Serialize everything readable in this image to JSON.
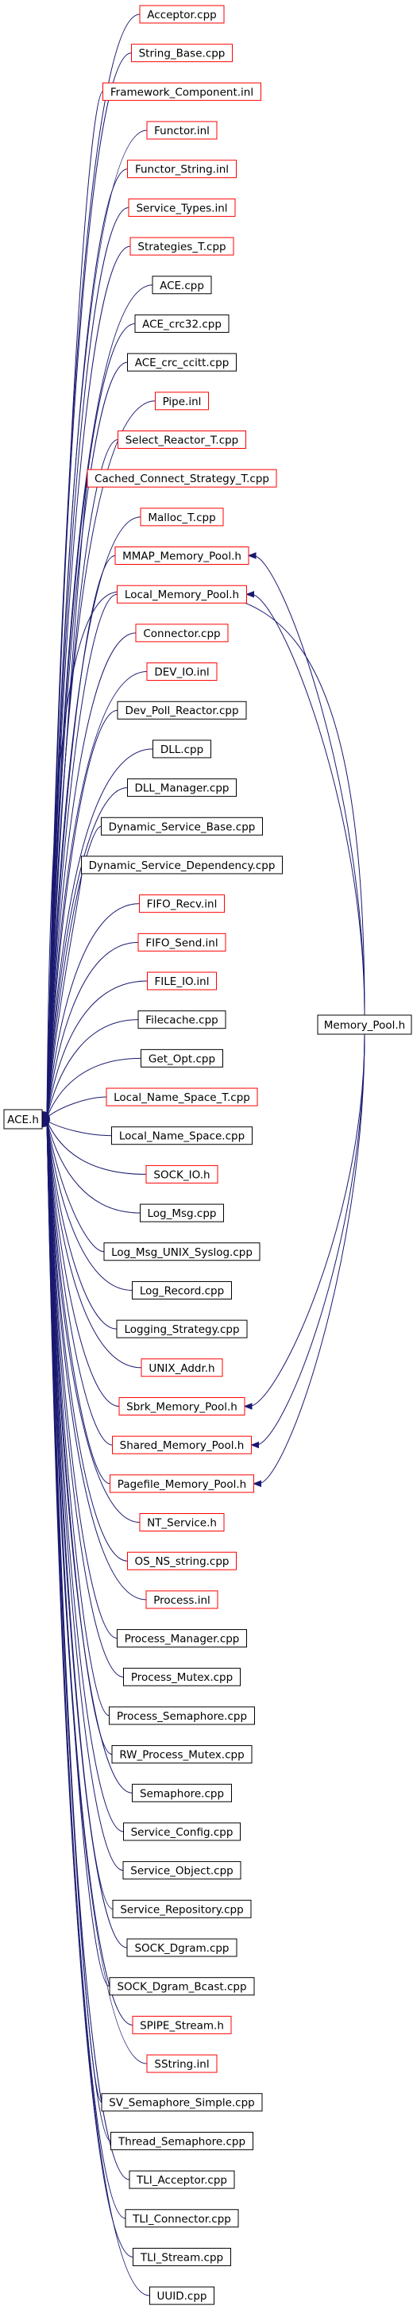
{
  "graph": {
    "root": {
      "label": "ACE.h",
      "fill": "#bfbfbf",
      "stroke": "#000000"
    },
    "hub": {
      "label": "Memory_Pool.h",
      "stroke": "#000000"
    },
    "edge_color": "#191970",
    "nodes": [
      {
        "label": "Acceptor.cpp",
        "border": "red"
      },
      {
        "label": "String_Base.cpp",
        "border": "red"
      },
      {
        "label": "Framework_Component.inl",
        "border": "red"
      },
      {
        "label": "Functor.inl",
        "border": "red"
      },
      {
        "label": "Functor_String.inl",
        "border": "red"
      },
      {
        "label": "Service_Types.inl",
        "border": "red"
      },
      {
        "label": "Strategies_T.cpp",
        "border": "red"
      },
      {
        "label": "ACE.cpp",
        "border": "black"
      },
      {
        "label": "ACE_crc32.cpp",
        "border": "black"
      },
      {
        "label": "ACE_crc_ccitt.cpp",
        "border": "black"
      },
      {
        "label": "Pipe.inl",
        "border": "red"
      },
      {
        "label": "Select_Reactor_T.cpp",
        "border": "red"
      },
      {
        "label": "Cached_Connect_Strategy_T.cpp",
        "border": "red"
      },
      {
        "label": "Malloc_T.cpp",
        "border": "red"
      },
      {
        "label": "MMAP_Memory_Pool.h",
        "border": "red",
        "hub_child": true
      },
      {
        "label": "Local_Memory_Pool.h",
        "border": "red",
        "hub_child": true
      },
      {
        "label": "Connector.cpp",
        "border": "red"
      },
      {
        "label": "DEV_IO.inl",
        "border": "red"
      },
      {
        "label": "Dev_Poll_Reactor.cpp",
        "border": "black"
      },
      {
        "label": "DLL.cpp",
        "border": "black"
      },
      {
        "label": "DLL_Manager.cpp",
        "border": "black"
      },
      {
        "label": "Dynamic_Service_Base.cpp",
        "border": "black"
      },
      {
        "label": "Dynamic_Service_Dependency.cpp",
        "border": "black"
      },
      {
        "label": "FIFO_Recv.inl",
        "border": "red"
      },
      {
        "label": "FIFO_Send.inl",
        "border": "red"
      },
      {
        "label": "FILE_IO.inl",
        "border": "red"
      },
      {
        "label": "Filecache.cpp",
        "border": "black"
      },
      {
        "label": "Get_Opt.cpp",
        "border": "black"
      },
      {
        "label": "Local_Name_Space_T.cpp",
        "border": "red"
      },
      {
        "label": "Local_Name_Space.cpp",
        "border": "black"
      },
      {
        "label": "SOCK_IO.h",
        "border": "red"
      },
      {
        "label": "Log_Msg.cpp",
        "border": "black"
      },
      {
        "label": "Log_Msg_UNIX_Syslog.cpp",
        "border": "black"
      },
      {
        "label": "Log_Record.cpp",
        "border": "black"
      },
      {
        "label": "Logging_Strategy.cpp",
        "border": "black"
      },
      {
        "label": "UNIX_Addr.h",
        "border": "red"
      },
      {
        "label": "Sbrk_Memory_Pool.h",
        "border": "red",
        "hub_child": true
      },
      {
        "label": "Shared_Memory_Pool.h",
        "border": "red",
        "hub_child": true
      },
      {
        "label": "Pagefile_Memory_Pool.h",
        "border": "red",
        "hub_child": true
      },
      {
        "label": "NT_Service.h",
        "border": "red"
      },
      {
        "label": "OS_NS_string.cpp",
        "border": "red"
      },
      {
        "label": "Process.inl",
        "border": "red"
      },
      {
        "label": "Process_Manager.cpp",
        "border": "black"
      },
      {
        "label": "Process_Mutex.cpp",
        "border": "black"
      },
      {
        "label": "Process_Semaphore.cpp",
        "border": "black"
      },
      {
        "label": "RW_Process_Mutex.cpp",
        "border": "black"
      },
      {
        "label": "Semaphore.cpp",
        "border": "black"
      },
      {
        "label": "Service_Config.cpp",
        "border": "black"
      },
      {
        "label": "Service_Object.cpp",
        "border": "black"
      },
      {
        "label": "Service_Repository.cpp",
        "border": "black"
      },
      {
        "label": "SOCK_Dgram.cpp",
        "border": "black"
      },
      {
        "label": "SOCK_Dgram_Bcast.cpp",
        "border": "black"
      },
      {
        "label": "SPIPE_Stream.h",
        "border": "red"
      },
      {
        "label": "SString.inl",
        "border": "red"
      },
      {
        "label": "SV_Semaphore_Simple.cpp",
        "border": "black"
      },
      {
        "label": "Thread_Semaphore.cpp",
        "border": "black"
      },
      {
        "label": "TLI_Acceptor.cpp",
        "border": "black"
      },
      {
        "label": "TLI_Connector.cpp",
        "border": "black"
      },
      {
        "label": "TLI_Stream.cpp",
        "border": "black"
      },
      {
        "label": "UUID.cpp",
        "border": "black"
      }
    ]
  }
}
